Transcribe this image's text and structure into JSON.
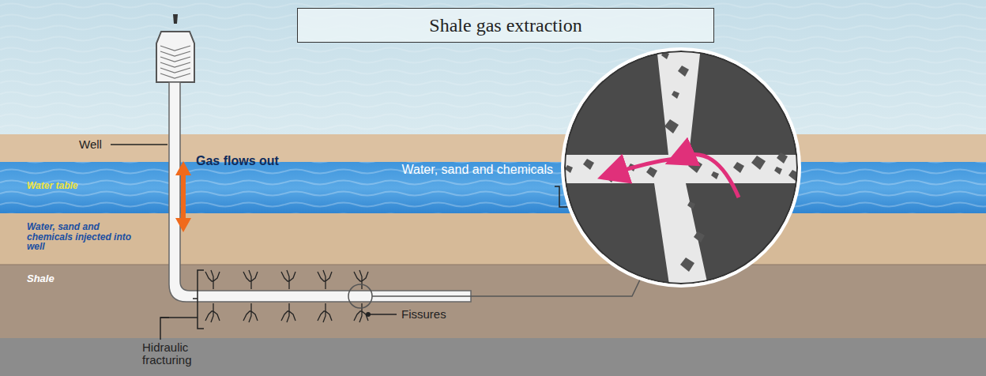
{
  "diagram": {
    "title": "Shale gas extraction",
    "labels": [
      "Well",
      "Gas flows out",
      "Water table",
      "Water, sand and chemicals injected into well",
      "Water, sand and chemicals",
      "Shale",
      "Fissures",
      "Hidraulic fracturing"
    ]
  }
}
